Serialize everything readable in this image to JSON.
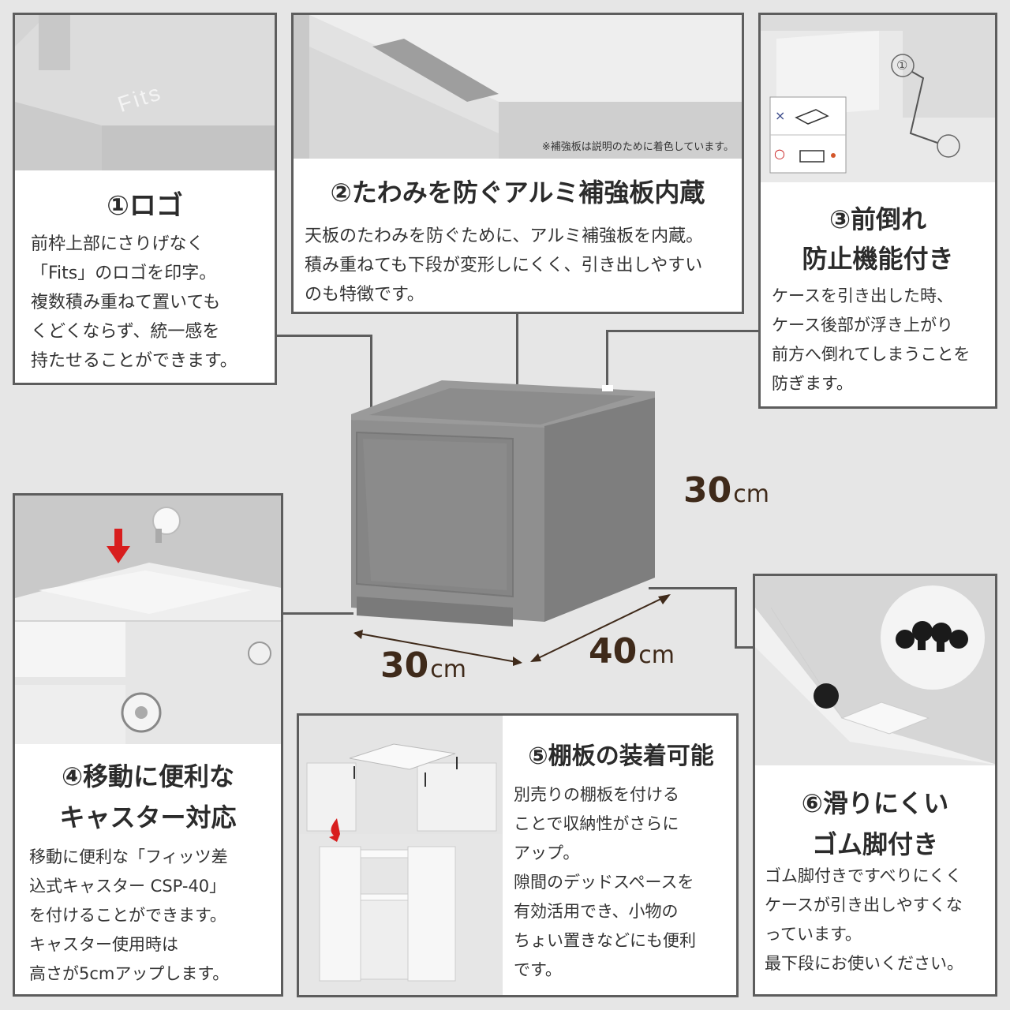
{
  "features": [
    {
      "title": "①ロゴ",
      "lines": [
        "前枠上部にさりげなく",
        "「Fits」のロゴを印字。",
        "複数積み重ねて置いても",
        "くどくならず、統一感を",
        "持たせることができます。"
      ],
      "photo_label": "Fits"
    },
    {
      "title": "②たわみを防ぐアルミ補強板内蔵",
      "lines": [
        "天板のたわみを防ぐために、アルミ補強板を内蔵。",
        "積み重ねても下段が変形しにくく、引き出しやすい",
        "のも特徴です。"
      ],
      "note": "※補強板は説明のために着色しています。"
    },
    {
      "title_lines": [
        "③前倒れ",
        "防止機能付き"
      ],
      "lines": [
        "ケースを引き出した時、",
        "ケース後部が浮き上がり",
        "前方へ倒れてしまうことを",
        "防ぎます。"
      ],
      "marks": [
        "×",
        "○"
      ],
      "callout": "①"
    },
    {
      "title_lines": [
        "④移動に便利な",
        "キャスター対応"
      ],
      "lines": [
        "移動に便利な「フィッツ差",
        "込式キャスター CSP-40」",
        "を付けることができます。",
        "キャスター使用時は",
        "高さが5cmアップします。"
      ]
    },
    {
      "title": "⑤棚板の装着可能",
      "lines": [
        "別売りの棚板を付ける",
        "ことで収納性がさらに",
        "アップ。",
        "隙間のデッドスペースを",
        "有効活用でき、小物の",
        "ちょい置きなどにも便利",
        "です。"
      ]
    },
    {
      "title_lines": [
        "⑥滑りにくい",
        "ゴム脚付き"
      ],
      "lines": [
        "ゴム脚付きですべりにくく",
        "ケースが引き出しやすくな",
        "っています。",
        "最下段にお使いください。"
      ]
    }
  ],
  "dimensions": {
    "height": {
      "value": "30",
      "unit": "cm"
    },
    "width": {
      "value": "30",
      "unit": "cm"
    },
    "depth": {
      "value": "40",
      "unit": "cm"
    }
  },
  "colors": {
    "background": "#e6e6e6",
    "border": "#5d5d5d",
    "product": "#8a8a8a",
    "dimension_text": "#3f2a1a",
    "arrow_red": "#d81e1e"
  }
}
